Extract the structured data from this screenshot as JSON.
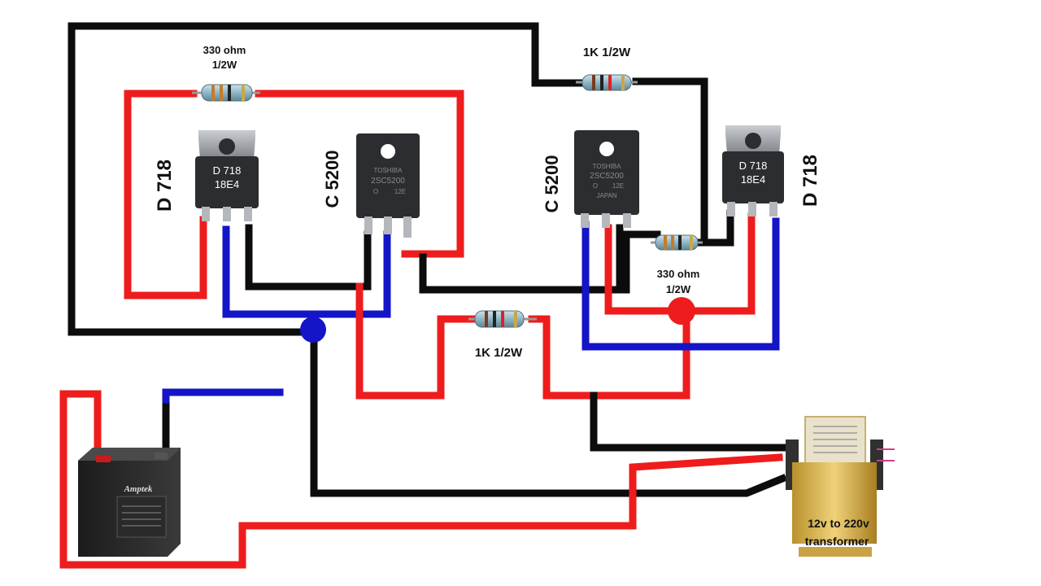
{
  "diagram": {
    "transistors": {
      "q1": {
        "side_label": "D 718",
        "line1": "D 718",
        "line2": "18E4"
      },
      "q2": {
        "side_label": "C 5200",
        "brand": "TOSHIBA",
        "line1": "2SC5200",
        "line2": "O",
        "line3": "12E"
      },
      "q3": {
        "side_label": "C 5200",
        "brand": "TOSHIBA",
        "line1": "2SC5200",
        "line2": "O",
        "line3": "12E",
        "line4": "JAPAN"
      },
      "q4": {
        "side_label": "D 718",
        "line1": "D 718",
        "line2": "18E4"
      }
    },
    "resistors": {
      "r1": {
        "line1": "330 ohm",
        "line2": "1/2W"
      },
      "r2": {
        "label": "1K 1/2W"
      },
      "r3": {
        "line1": "330 ohm",
        "line2": "1/2W"
      },
      "r4": {
        "label": "1K 1/2W"
      }
    },
    "battery": {
      "brand": "Amptek"
    },
    "transformer": {
      "line1": "12v to 220v",
      "line2": "transformer"
    },
    "colors": {
      "red": "#ee1c1c",
      "black": "#0c0c0c",
      "blue": "#1414c8",
      "chip": "#2b2d30",
      "chip_tab": "#9a9ea3"
    }
  }
}
